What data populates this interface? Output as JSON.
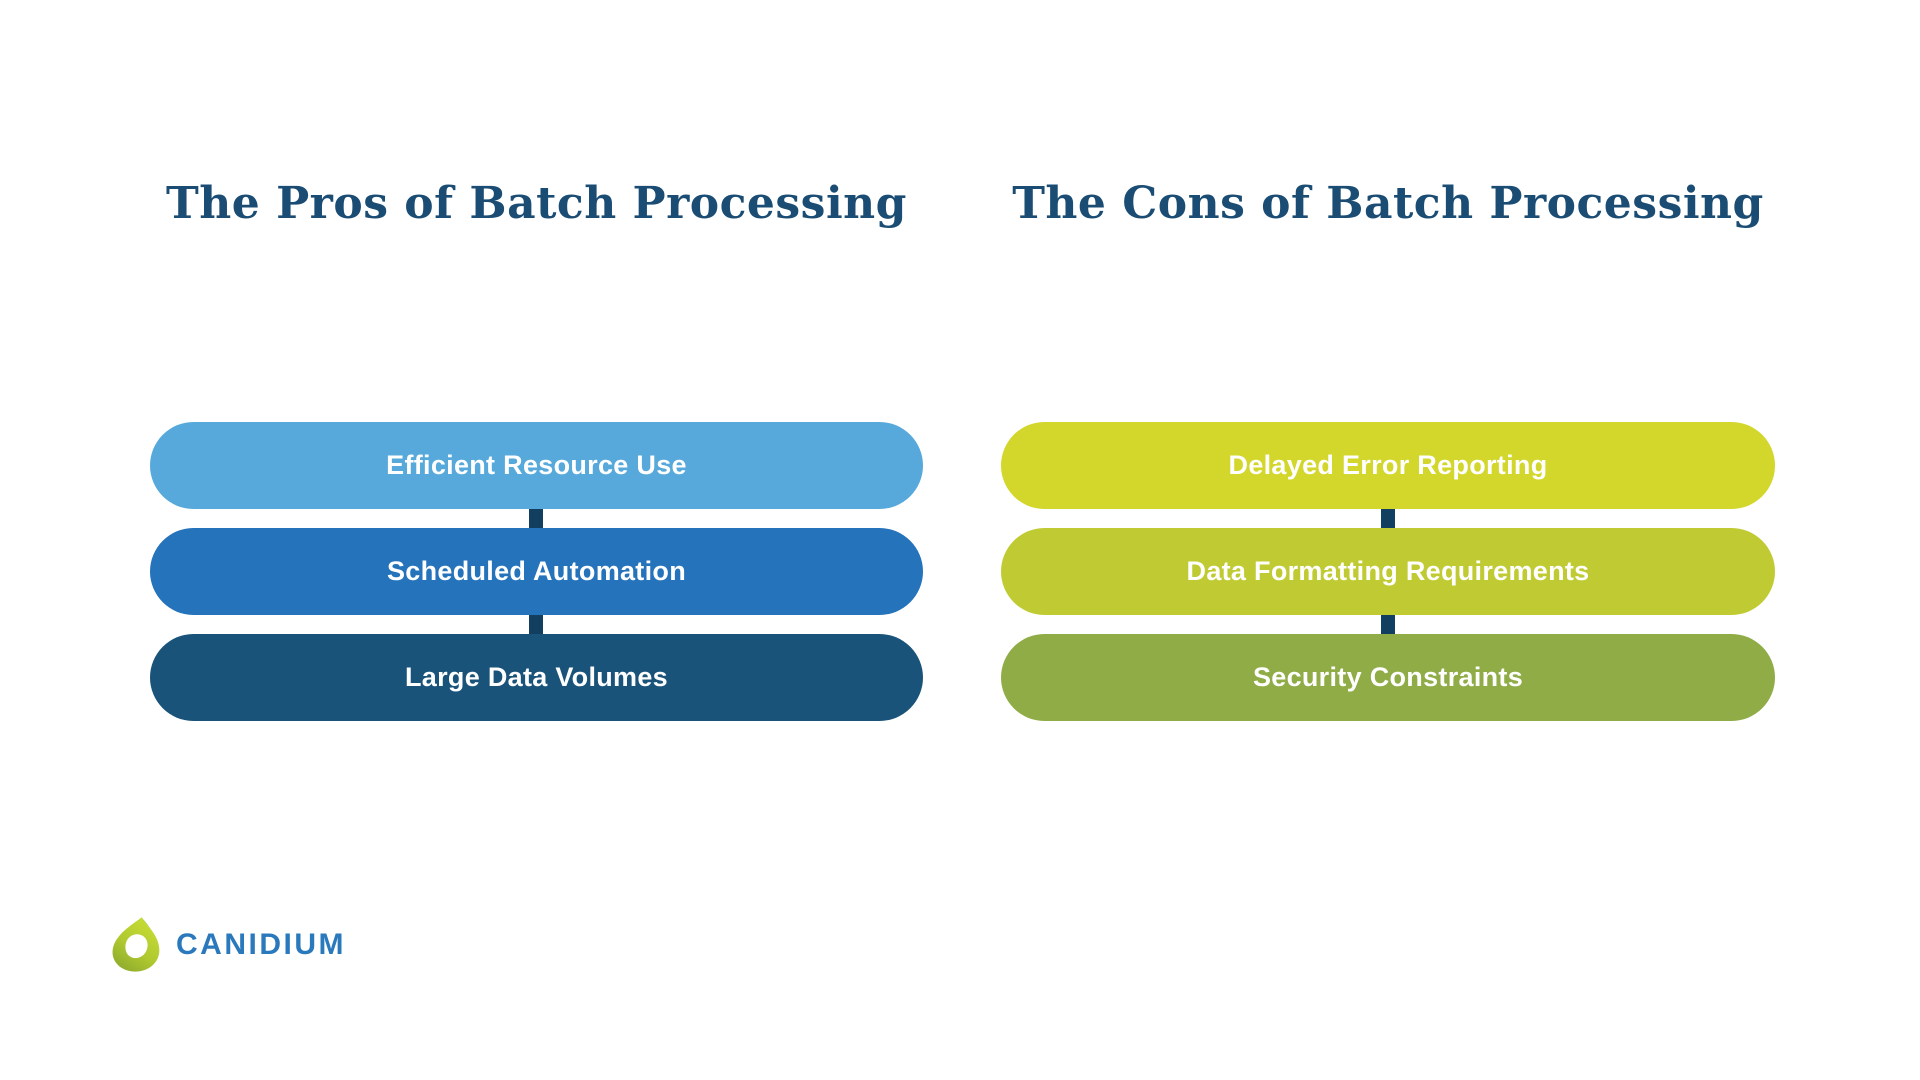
{
  "columns": [
    {
      "id": "pros",
      "title": "The Pros of Batch Processing",
      "items": [
        {
          "label": "Efficient Resource Use",
          "color": "#57A9DB"
        },
        {
          "label": "Scheduled Automation",
          "color": "#2473BB"
        },
        {
          "label": "Large Data Volumes",
          "color": "#19537A"
        }
      ]
    },
    {
      "id": "cons",
      "title": "The Cons of Batch Processing",
      "items": [
        {
          "label": "Delayed Error Reporting",
          "color": "#D3D62B"
        },
        {
          "label": "Data Formatting Requirements",
          "color": "#C0CB33"
        },
        {
          "label": "Security Constraints",
          "color": "#8FAC46"
        }
      ]
    }
  ],
  "colors": {
    "title": "#1B4D74",
    "connector": "#123E60",
    "pill_text": "#FFFFFF",
    "logo_text": "#2A79BD",
    "logo_leaf_light": "#C9DD35",
    "logo_leaf_dark": "#8CA92D",
    "logo_leaf_tip": "#76B043"
  },
  "logo": {
    "text": "CANIDIUM"
  }
}
